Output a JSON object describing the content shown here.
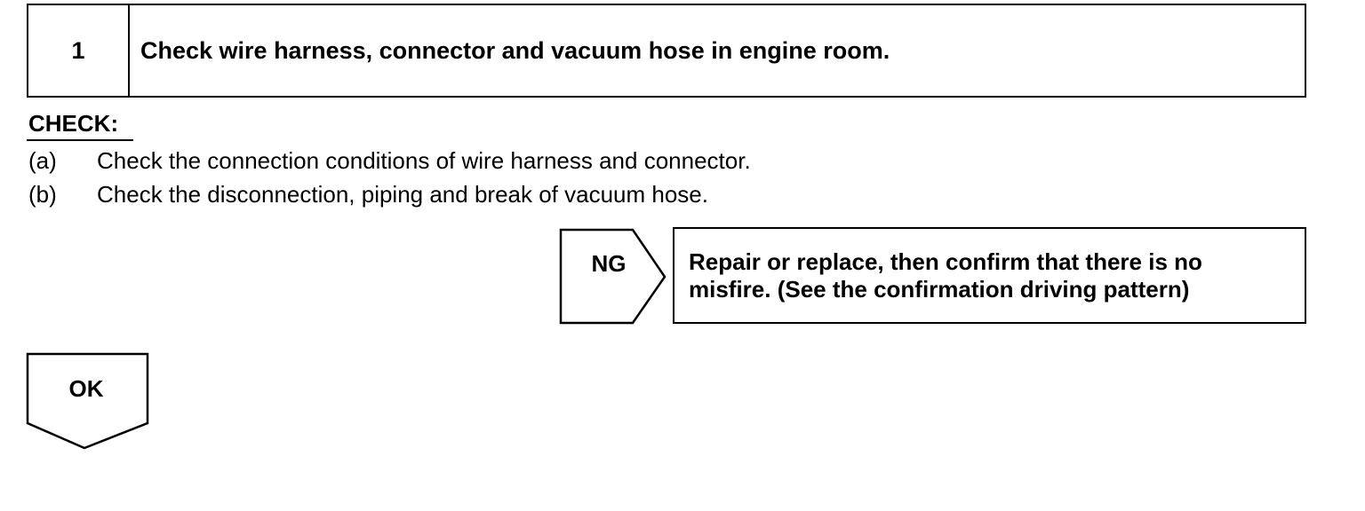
{
  "step": {
    "number": "1",
    "title": "Check wire harness, connector and vacuum hose in engine room."
  },
  "check": {
    "heading": "CHECK:",
    "items": [
      {
        "tag": "(a)",
        "text": "Check the connection conditions of wire harness and connector."
      },
      {
        "tag": "(b)",
        "text": "Check the disconnection, piping and break of vacuum hose."
      }
    ]
  },
  "ng": {
    "label": "NG",
    "action_line1": "Repair or replace, then confirm that there is no",
    "action_line2": "misfire. (See the confirmation driving pattern)"
  },
  "ok": {
    "label": "OK"
  }
}
